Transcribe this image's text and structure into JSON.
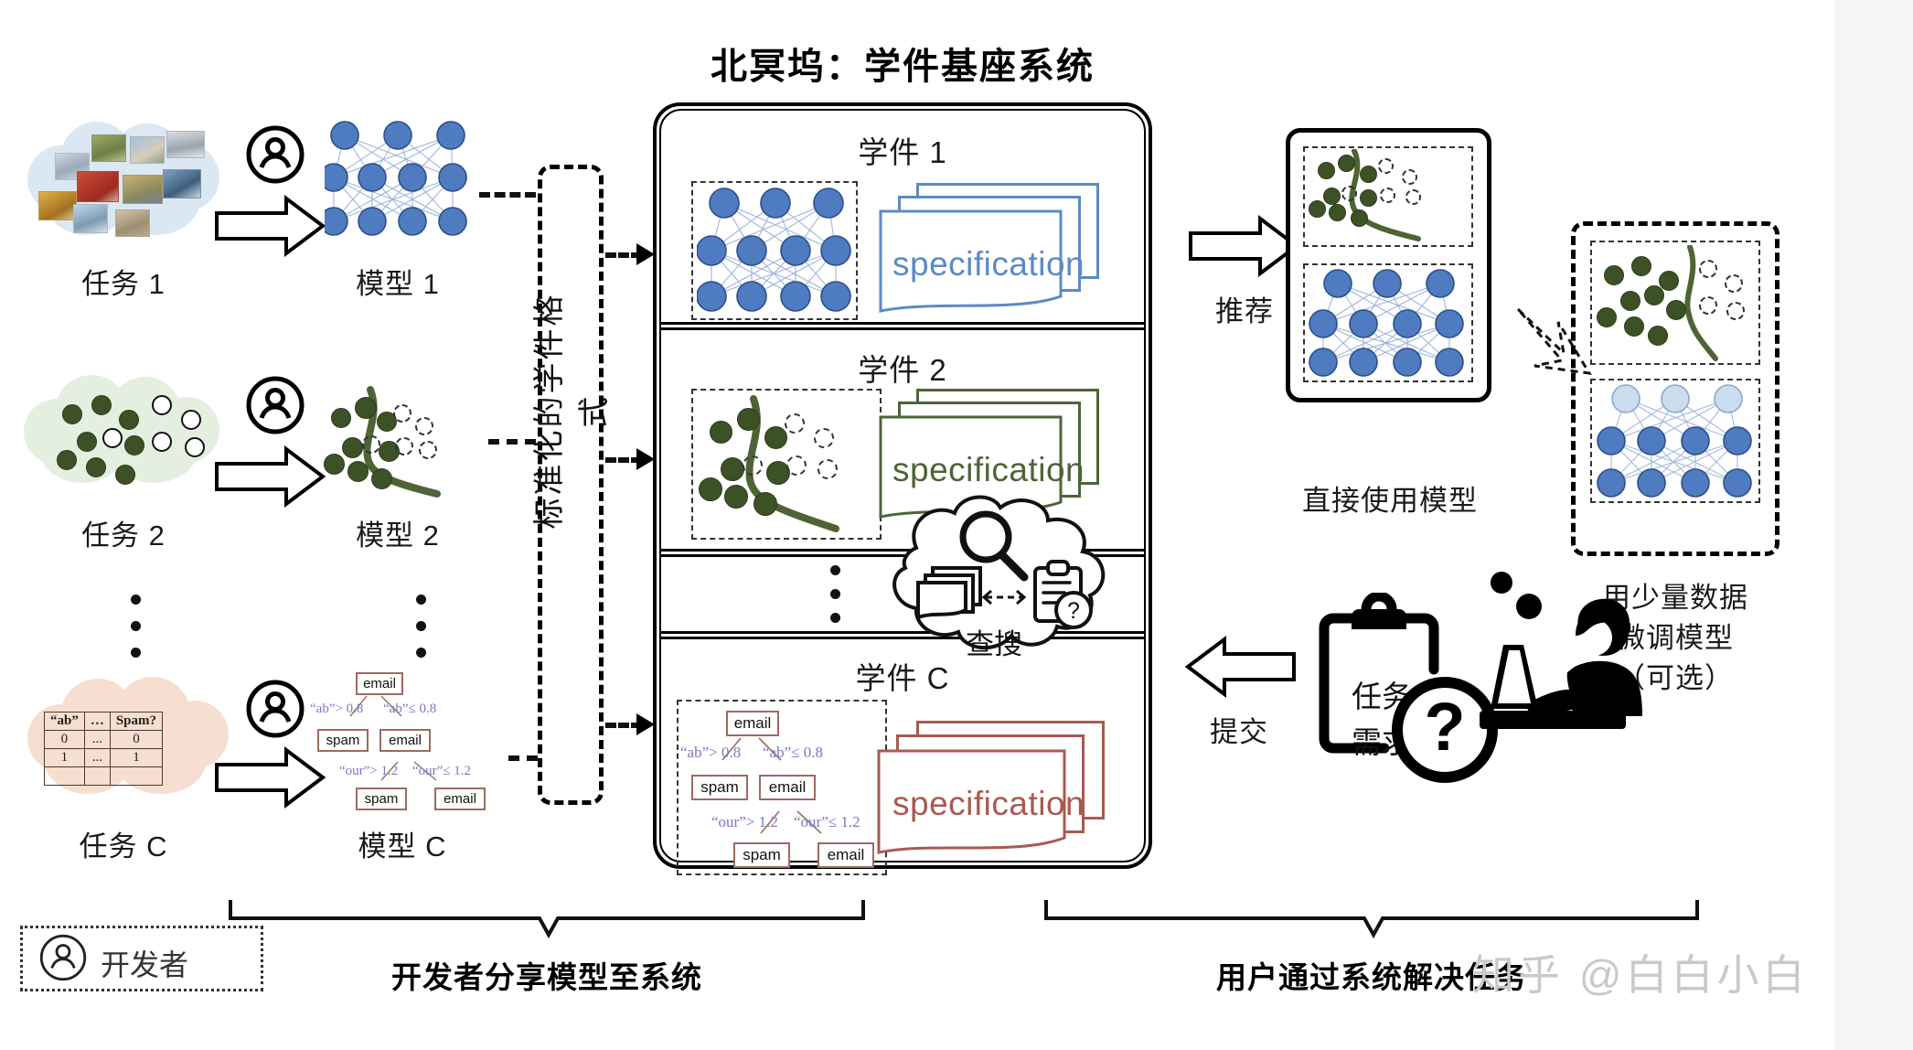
{
  "title": "北冥坞：学件基座系统",
  "pipeline": {
    "tasks": [
      {
        "label": "任务 1",
        "model_label": "模型 1",
        "kind": "images"
      },
      {
        "label": "任务 2",
        "model_label": "模型 2",
        "kind": "scatter"
      },
      {
        "label": "任务 C",
        "model_label": "模型 C",
        "kind": "table"
      }
    ],
    "vertical_dots": "⋮",
    "developer_icon": "person-icon",
    "arrow_icon": "block-arrow-right"
  },
  "task_c_table": {
    "headers": [
      "“ab”",
      "…",
      "Spam?"
    ],
    "rows": [
      [
        "0",
        "...",
        "0"
      ],
      [
        "1",
        "...",
        "1"
      ]
    ]
  },
  "decision_tree": {
    "root": "email",
    "nodes": [
      "email",
      "spam",
      "email",
      "spam",
      "email"
    ],
    "edge_labels": [
      "“ab”> 0.8",
      "“ab”≤ 0.8",
      "“our”> 1.2",
      "“our”≤ 1.2"
    ]
  },
  "standard_format": {
    "label": "标准化的学件格式"
  },
  "system": {
    "learnwares": [
      {
        "title": "学件 1",
        "spec_label": "specification",
        "color": "#5b8bc4",
        "model": "neural-network"
      },
      {
        "title": "学件 2",
        "spec_label": "specification",
        "color": "#4e6437",
        "model": "scatter-boundary"
      },
      {
        "title": "学件 C",
        "spec_label": "specification",
        "color": "#a85a52",
        "model": "decision-tree"
      }
    ],
    "ellipsis": "⋮",
    "search_cloud": {
      "label": "查搜",
      "icons": [
        "documents-icon",
        "double-arrow-icon",
        "clipboard-question-icon",
        "magnifier-icon"
      ]
    }
  },
  "right": {
    "recommend_label": "推荐",
    "recommend_arrow": "block-arrow-right",
    "direct_use_caption": "直接使用模型",
    "finetune_caption_line1": "用少量数据",
    "finetune_caption_line2": "微调模型",
    "finetune_caption_line3": "（可选）",
    "dashed_arrow": "dashed-arrow-icon",
    "submit_label": "提交",
    "submit_arrow": "block-arrow-left",
    "requirement_text_line1": "任务",
    "requirement_text_line2": "需求",
    "question_mark": "?",
    "clipboard_icon": "clipboard-icon",
    "user_icon": "user-at-laptop-icon"
  },
  "legend": {
    "icon": "person-icon",
    "label": "开发者"
  },
  "bottom_captions": {
    "left": "开发者分享模型至系统",
    "right": "用户通过系统解决任务"
  },
  "watermark": "知乎 @白白小白",
  "colors": {
    "blue_node": "#4f7bc0",
    "blue_node_border": "#2e4f8a",
    "green_point": "#3c5226",
    "spec_blue": "#5b8bc4",
    "spec_green": "#4e6437",
    "spec_red": "#a85a52",
    "cloud_blue": "#dbe7f3",
    "cloud_green": "#e4efe0",
    "cloud_peach": "#f6ded0"
  }
}
